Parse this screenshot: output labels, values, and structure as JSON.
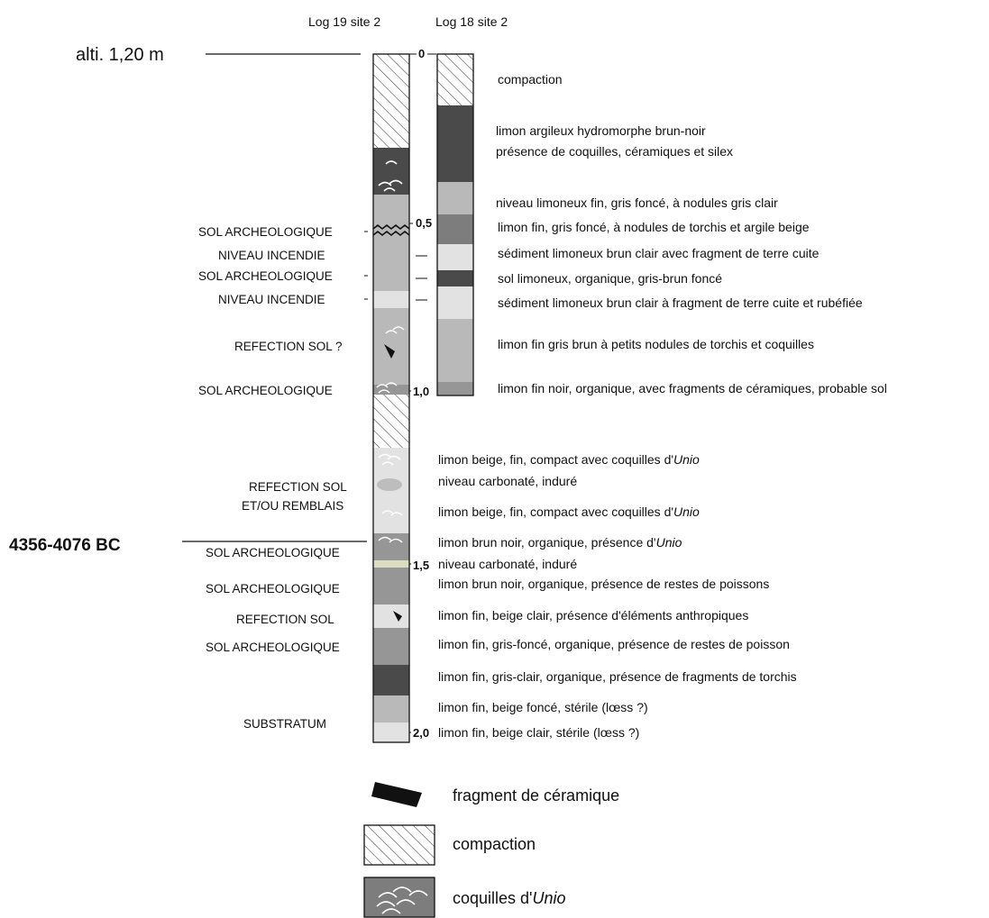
{
  "headers": {
    "log19": "Log 19 site 2",
    "log18": "Log 18 site 2"
  },
  "altitude": "alti. 1,20 m",
  "date_marker": "4356-4076 BC",
  "scale_labels": [
    "0",
    "0,5",
    "1,0",
    "1,5",
    "2,0"
  ],
  "left_labels": [
    "SOL ARCHEOLOGIQUE",
    "NIVEAU INCENDIE",
    "SOL ARCHEOLOGIQUE",
    "NIVEAU INCENDIE",
    "REFECTION SOL ?",
    "SOL ARCHEOLOGIQUE",
    "REFECTION SOL",
    "ET/OU REMBLAIS",
    "SOL ARCHEOLOGIQUE",
    "SOL ARCHEOLOGIQUE",
    "REFECTION SOL",
    "SOL ARCHEOLOGIQUE",
    "SUBSTRATUM"
  ],
  "log18_descriptions": [
    "compaction",
    "limon argileux hydromorphe brun-noir",
    "présence de coquilles, céramiques et silex",
    "niveau limoneux fin, gris foncé, à nodules gris clair",
    "limon fin, gris foncé, à nodules de torchis et argile beige",
    "sédiment limoneux brun clair avec fragment de terre cuite",
    "sol limoneux, organique, gris-brun foncé",
    "sédiment limoneux brun clair à fragment de terre cuite et rubéfiée",
    "limon fin gris brun à  petits nodules de torchis et coquilles",
    "limon fin noir, organique, avec fragments de céramiques, probable sol"
  ],
  "log19_descriptions": {
    "d0_pre": "limon beige, fin, compact avec coquilles d'",
    "d0_it": "Unio",
    "d1": "niveau carbonaté, induré",
    "d2_pre": "limon beige, fin, compact avec coquilles d'",
    "d2_it": "Unio",
    "d3_pre": "limon brun noir, organique, présence d'",
    "d3_it": "Unio",
    "d4": "niveau carbonaté, induré",
    "d5": "limon brun noir, organique, présence de restes de poissons",
    "d6": "limon fin, beige clair, présence d'éléments anthropiques",
    "d7": "limon fin, gris-foncé, organique, présence de restes de poisson",
    "d8": "limon fin, gris-clair, organique, présence de fragments de torchis",
    "d9": "limon fin, beige foncé, stérile (lœss ?)",
    "d10": "limon fin, beige clair, stérile (lœss ?)"
  },
  "legend": {
    "ceramic": "fragment de céramique",
    "compaction": "compaction",
    "unio_pre": "coquilles d'",
    "unio_it": "Unio"
  },
  "colors": {
    "very_dark": "#4a4a4a",
    "dark": "#7d7d7d",
    "mid": "#969696",
    "light": "#b9b9b9",
    "pale": "#e2e2e2",
    "carbonate": "#dcdcc0",
    "outline": "#111111"
  }
}
